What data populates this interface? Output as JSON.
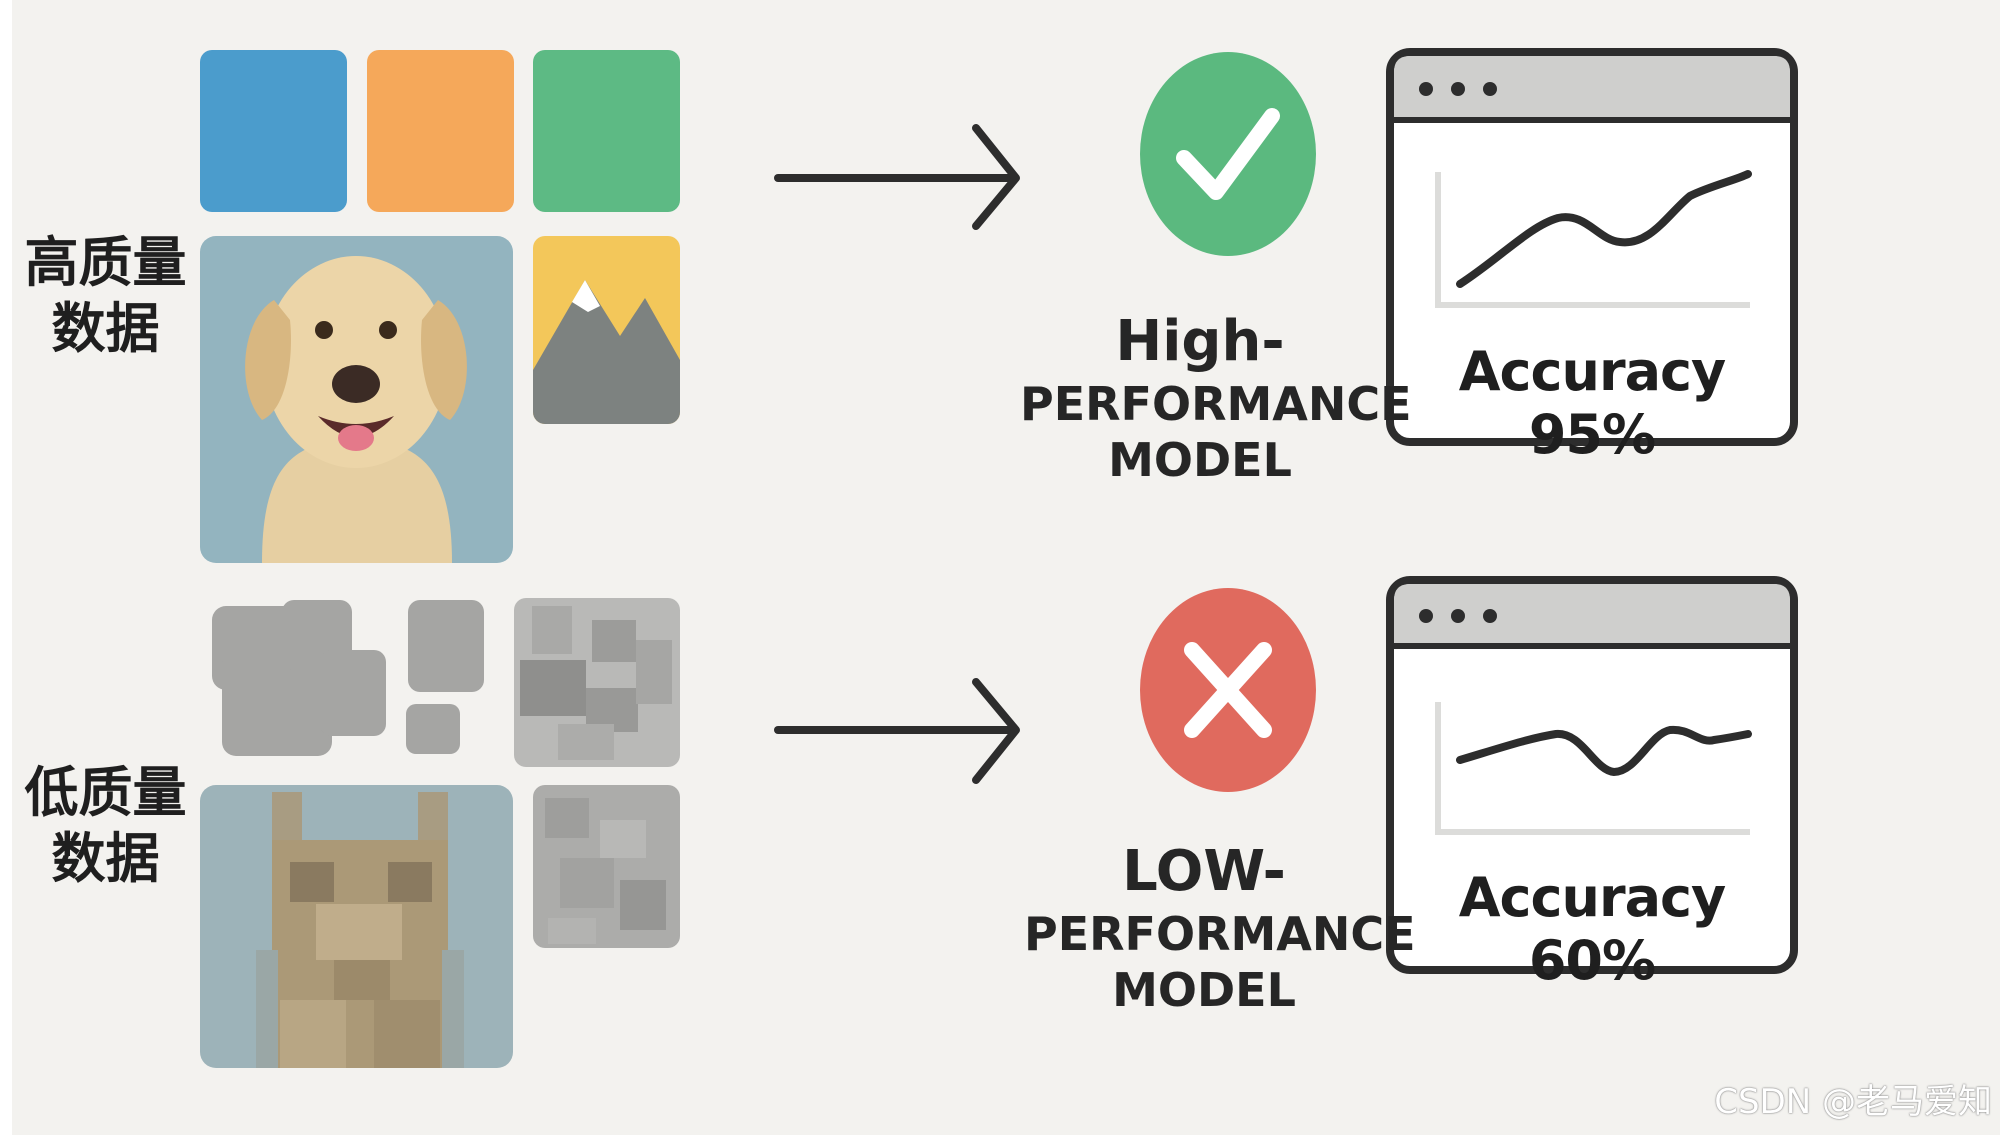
{
  "sections": {
    "high": {
      "label_line1": "高质量",
      "label_line2": "数据"
    },
    "low": {
      "label_line1": "低质量",
      "label_line2": "数据"
    }
  },
  "models": {
    "high": {
      "line1": "High-",
      "line2": "PERFORMANCE",
      "line3": "MODEL",
      "status_icon": "check-icon",
      "status_color": "#5bb97f"
    },
    "low": {
      "line1": "LOW-",
      "line2": "PERFORMANCE",
      "line3": "MODEL",
      "status_icon": "cross-icon",
      "status_color": "#e06a5e"
    }
  },
  "accuracy": {
    "high": {
      "text": "Accuracy 95%",
      "value": 95
    },
    "low": {
      "text": "Accuracy 60%",
      "value": 60
    }
  },
  "tile_colors": {
    "blue": "#4b9ccc",
    "orange": "#f5a85a",
    "green": "#5dba84",
    "sky": "#f3c75a",
    "photo_bg": "#93b4bf"
  },
  "watermark": "CSDN @老马爱知"
}
